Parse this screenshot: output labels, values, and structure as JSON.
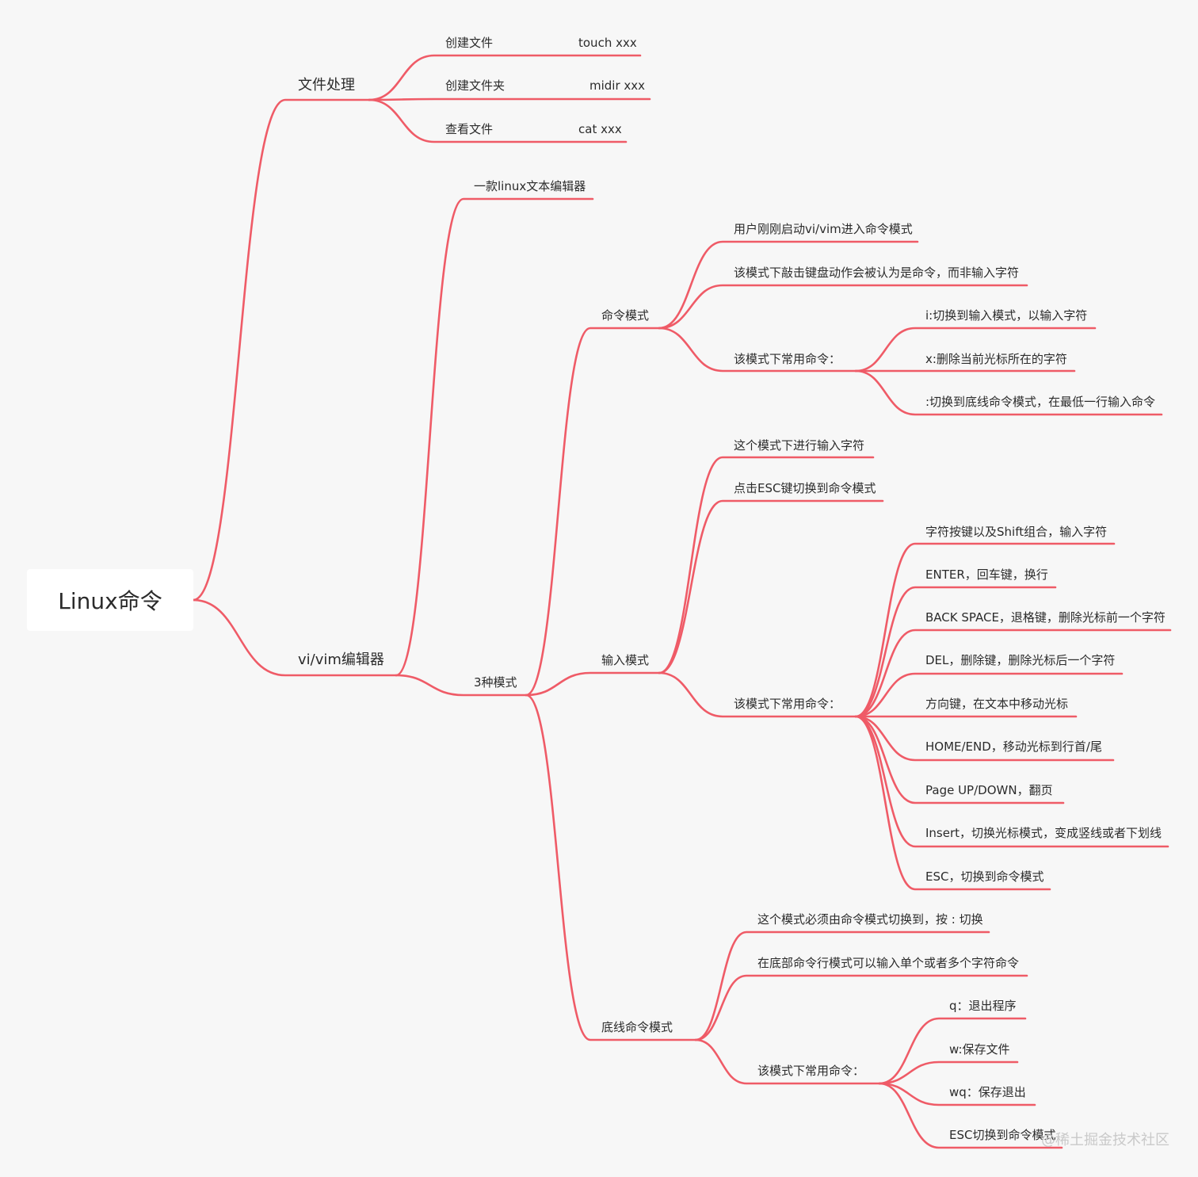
{
  "root": "Linux命令",
  "file_handling": {
    "title": "文件处理",
    "items": [
      {
        "label": "创建文件",
        "command": "touch xxx"
      },
      {
        "label": "创建文件夹",
        "command": "midir xxx"
      },
      {
        "label": "查看文件",
        "command": "cat xxx"
      }
    ]
  },
  "vim": {
    "title": "vi/vim编辑器",
    "description": "一款linux文本编辑器",
    "modes_title": "3种模式",
    "command_mode": {
      "title": "命令模式",
      "notes": [
        "用户刚刚启动vi/vim进入命令模式",
        "该模式下敲击键盘动作会被认为是命令，而非输入字符"
      ],
      "common_title": "该模式下常用命令：",
      "commands": [
        "i:切换到输入模式，以输入字符",
        "x:删除当前光标所在的字符",
        ":切换到底线命令模式，在最低一行输入命令"
      ]
    },
    "insert_mode": {
      "title": "输入模式",
      "notes": [
        "这个模式下进行输入字符",
        "点击ESC键切换到命令模式"
      ],
      "common_title": "该模式下常用命令：",
      "commands": [
        "字符按键以及Shift组合，输入字符",
        "ENTER，回车键，换行",
        "BACK SPACE，退格键，删除光标前一个字符",
        "DEL，删除键，删除光标后一个字符",
        "方向键，在文本中移动光标",
        "HOME/END，移动光标到行首/尾",
        "Page UP/DOWN，翻页",
        "Insert，切换光标模式，变成竖线或者下划线",
        "ESC，切换到命令模式"
      ]
    },
    "lastline_mode": {
      "title": "底线命令模式",
      "notes": [
        "这个模式必须由命令模式切换到，按 : 切换",
        "在底部命令行模式可以输入单个或者多个字符命令"
      ],
      "common_title": "该模式下常用命令：",
      "commands": [
        "q：退出程序",
        "w:保存文件",
        "wq：保存退出",
        "ESC切换到命令模式"
      ]
    }
  },
  "watermark": "@稀土掘金技术社区",
  "colors": {
    "branch": "#ef5b67",
    "background": "#f7f7f7",
    "root_box": "#ffffff",
    "text": "#2b2b2b"
  }
}
